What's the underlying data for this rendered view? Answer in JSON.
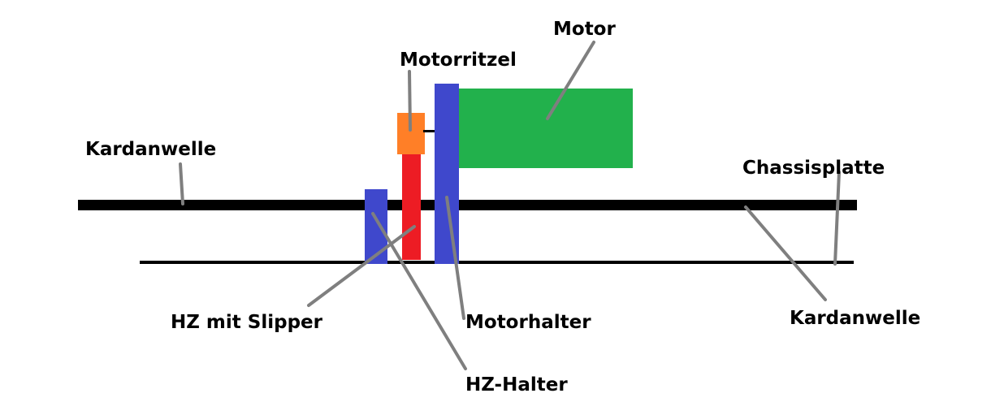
{
  "labels": {
    "motor": "Motor",
    "motorritzel": "Motorritzel",
    "kardanwelle_left": "Kardanwelle",
    "chassisplatte": "Chassisplatte",
    "hz_mit_slipper": "HZ mit Slipper",
    "motorhalter": "Motorhalter",
    "hz_halter": "HZ-Halter",
    "kardanwelle_right": "Kardanwelle"
  },
  "colors": {
    "shaft": "#000000",
    "motor": "#22b14c",
    "holder": "#3f48cc",
    "spur_gear": "#ed1c24",
    "pinion": "#ff7f27",
    "leader": "#7f7f7f",
    "background": "#ffffff"
  }
}
